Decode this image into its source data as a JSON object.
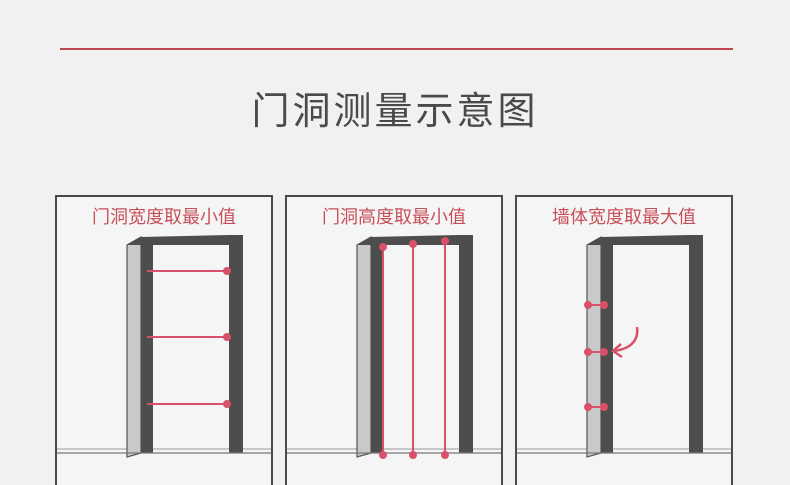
{
  "title": "门洞测量示意图",
  "panels": [
    {
      "caption": "门洞宽度取最小值"
    },
    {
      "caption": "门洞高度取最小值"
    },
    {
      "caption": "墙体宽度取最大值"
    }
  ],
  "colors": {
    "accent": "#c0464f",
    "measure": "#d9506a",
    "frame_dark": "#4d4d4d",
    "frame_gray": "#c9c9c9",
    "outline": "#4a4a4a",
    "title_text": "#4a4a4a",
    "background": "#f2f0f0"
  }
}
